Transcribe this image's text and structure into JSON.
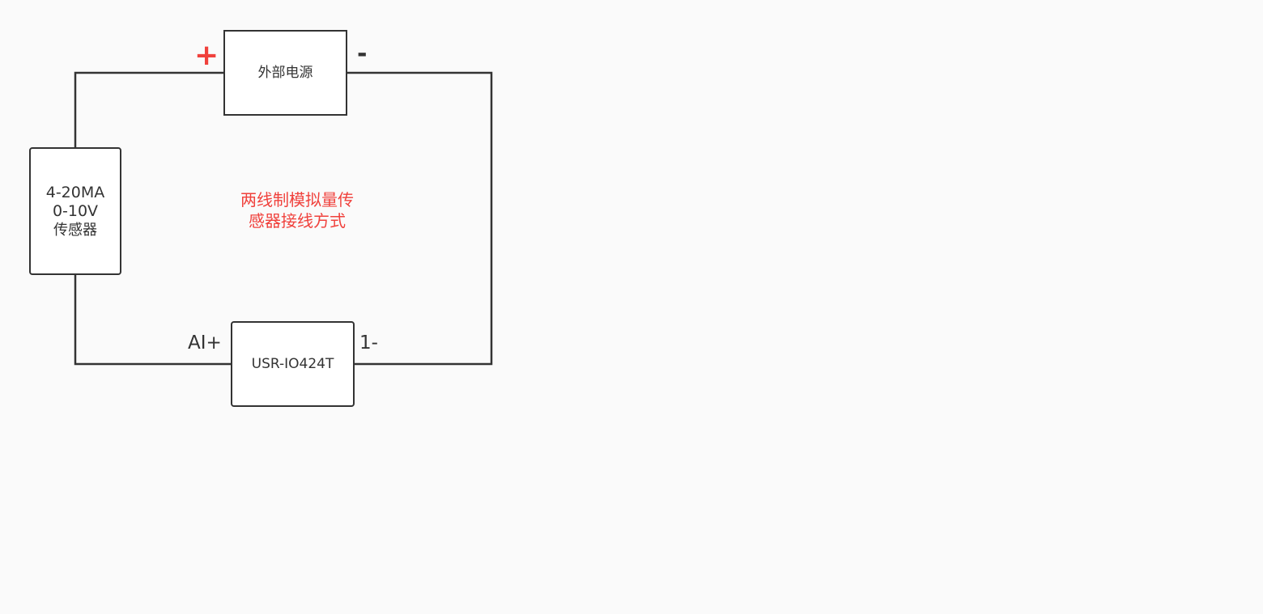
{
  "diagram": {
    "power_supply": {
      "label": "外部电源"
    },
    "sensor": {
      "lines": [
        "4-20MA",
        "0-10V",
        "传感器"
      ]
    },
    "device": {
      "label": "USR-IO424T"
    },
    "terminals": {
      "power_positive": "+",
      "power_negative": "-",
      "device_ai_positive": "AI+",
      "device_negative": "1-"
    },
    "caption": {
      "lines": [
        "两线制模拟量传",
        "感器接线方式"
      ]
    },
    "colors": {
      "background": "#fafafa",
      "wire": "#333333",
      "accent": "#f0413c",
      "box_fill": "#ffffff"
    }
  }
}
